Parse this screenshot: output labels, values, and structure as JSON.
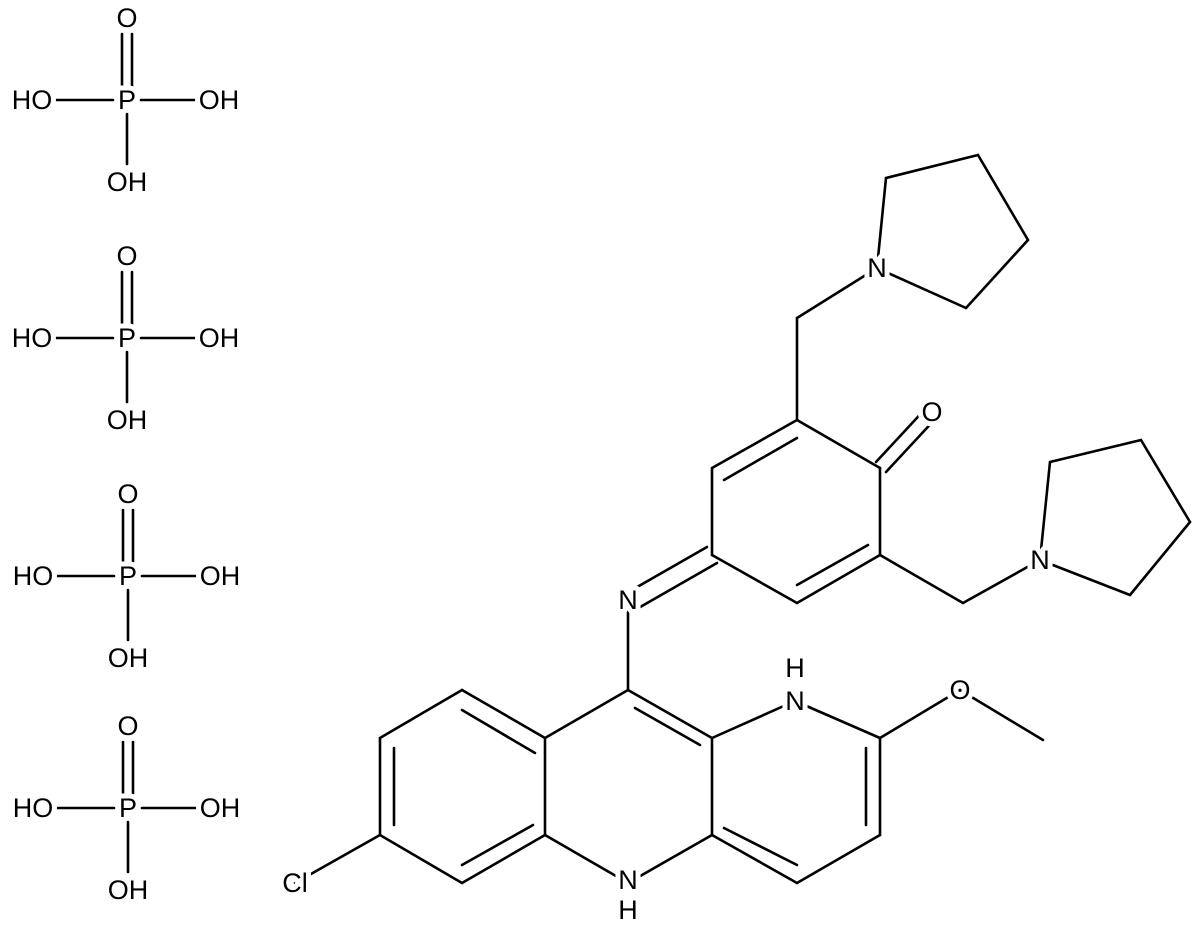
{
  "title": "Chemical structure: tetraphosphate salt of a chloro-methoxy benzo-naphthyridine iminoquinone with two pyrrolidinylmethyl groups",
  "phosphates": [
    {
      "p": "P",
      "o": "O",
      "ho": "HO",
      "oh_right": "OH",
      "oh_bottom": "OH"
    },
    {
      "p": "P",
      "o": "O",
      "ho": "HO",
      "oh_right": "OH",
      "oh_bottom": "OH"
    },
    {
      "p": "P",
      "o": "O",
      "ho": "HO",
      "oh_right": "OH",
      "oh_bottom": "OH"
    },
    {
      "p": "P",
      "o": "O",
      "ho": "HO",
      "oh_right": "OH",
      "oh_bottom": "OH"
    }
  ],
  "molecule": {
    "pyrrolidine_n1": "N",
    "ketone_o": "O",
    "pyrrolidine_n2": "N",
    "imine_n": "N",
    "nh1_n": "N",
    "nh1_h": "H",
    "methoxy_o": "O",
    "nh5_n": "N",
    "nh5_h": "H",
    "chlorine": "Cl"
  }
}
